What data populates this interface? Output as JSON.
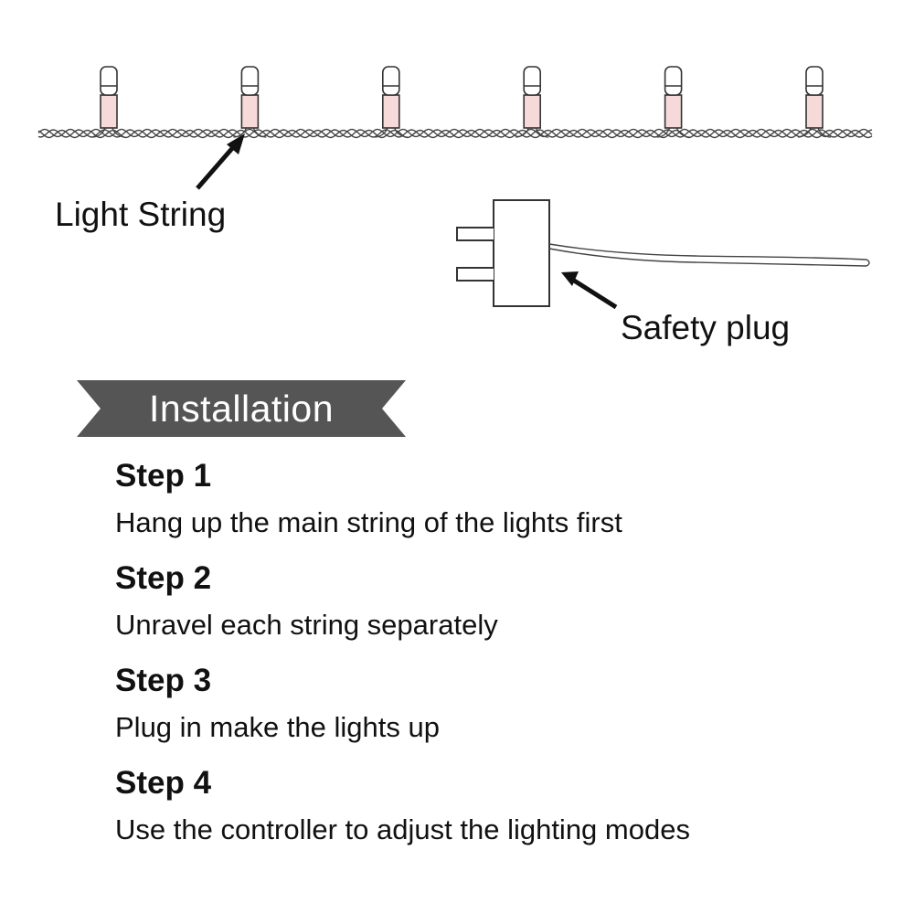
{
  "diagram": {
    "light_string_label": "Light String",
    "safety_plug_label": "Safety plug",
    "bulb_count": 6,
    "colors": {
      "bulb_fill": "#f6d9d9",
      "cap_fill": "#ffffff",
      "line": "#333333",
      "wire": "#444444"
    }
  },
  "banner": {
    "title": "Installation",
    "color": "#555555"
  },
  "steps": [
    {
      "title": "Step 1",
      "text": "Hang up the main string of the lights first"
    },
    {
      "title": "Step 2",
      "text": "Unravel each string separately"
    },
    {
      "title": "Step 3",
      "text": "Plug in make the lights up"
    },
    {
      "title": "Step 4",
      "text": "Use the controller to adjust the lighting modes"
    }
  ]
}
